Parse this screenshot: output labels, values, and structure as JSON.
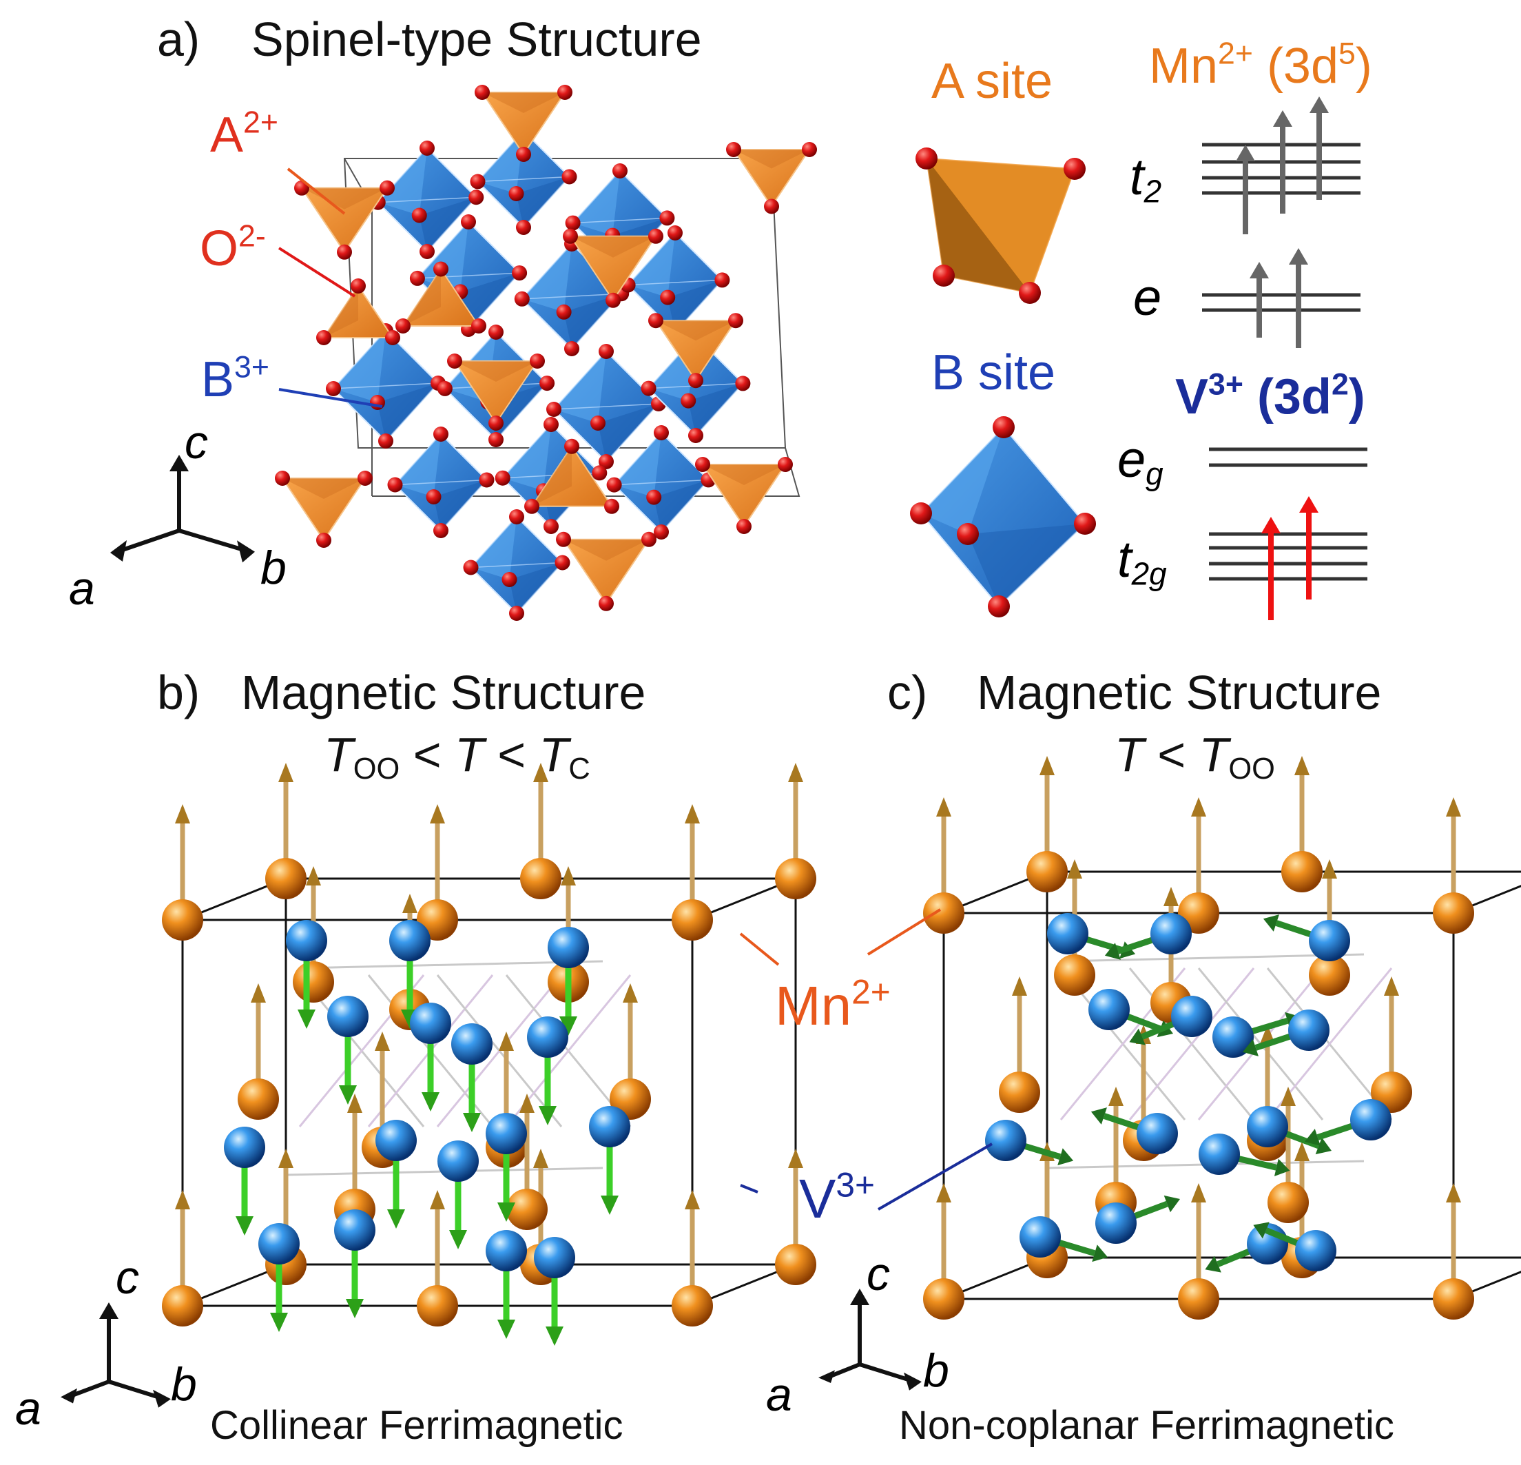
{
  "panel_a": {
    "tag": "a)",
    "title": "Spinel-type Structure",
    "label_A": "A",
    "label_A_charge": "2+",
    "label_O": "O",
    "label_O_charge": "2-",
    "label_B": "B",
    "label_B_charge": "3+",
    "axis_c": "c",
    "axis_a": "a",
    "axis_b": "b",
    "a_site": "A site",
    "b_site": "B site",
    "mn_ion": "Mn",
    "mn_charge": "2+",
    "mn_config": "(3d",
    "mn_config_exp": "5",
    "mn_config_close": ")",
    "level_t2": "t",
    "level_t2_sub": "2",
    "level_e": "e",
    "v_ion": "V",
    "v_charge": "3+",
    "v_config": "(3d",
    "v_config_exp": "2",
    "v_config_close": ")",
    "level_eg": "e",
    "level_eg_sub": "g",
    "level_t2g": "t",
    "level_t2g_sub": "2g"
  },
  "panel_b": {
    "tag": "b)",
    "title": "Magnetic Structure",
    "cond_T1": "T",
    "cond_T1_sub": "OO",
    "cond_lt1": " < ",
    "cond_T2": "T",
    "cond_lt2": "< ",
    "cond_T3": "T",
    "cond_T3_sub": "C",
    "axis_c": "c",
    "axis_a": "a",
    "axis_b": "b",
    "caption": "Collinear Ferrimagnetic"
  },
  "panel_c": {
    "tag": "c)",
    "title": "Magnetic Structure",
    "cond_T1": "T",
    "cond_lt": "< ",
    "cond_T2": "T",
    "cond_T2_sub": "OO",
    "axis_c": "c",
    "axis_a": "a",
    "axis_b": "b",
    "caption": "Non-coplanar Ferrimagnetic"
  },
  "labels": {
    "mn": "Mn",
    "mn_charge": "2+",
    "v": "V",
    "v_charge": "3+"
  },
  "colors": {
    "tetra": "#ee8a2a",
    "octa": "#2f7fd6",
    "oxygen": "#d41818",
    "mn_sphere": "#e07a10",
    "v_sphere": "#1f78d8",
    "mn_arrow": "#c8a060",
    "v_arrow_b": "#3ccf28",
    "v_arrow_c": "#2a8a2a",
    "spin_grey": "#666666",
    "spin_red": "#ee1111"
  }
}
